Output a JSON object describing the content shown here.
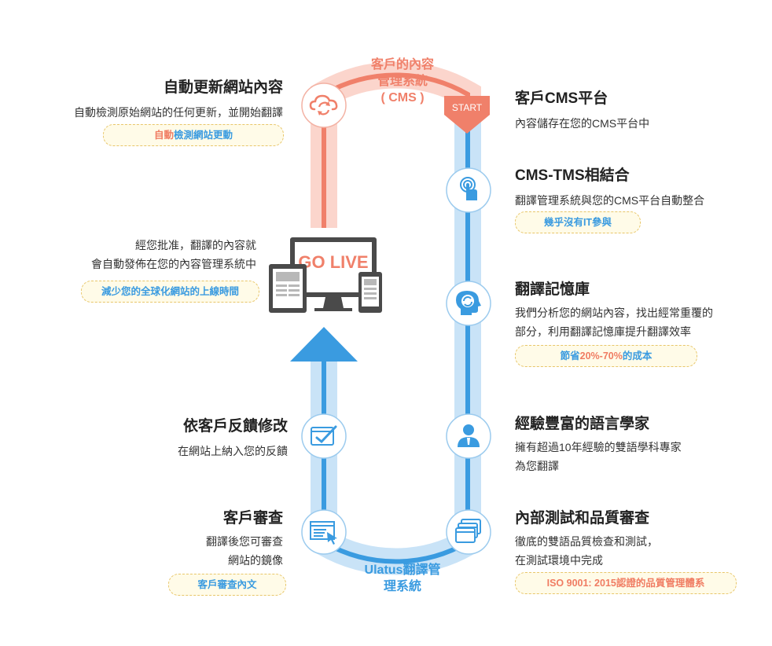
{
  "loop": {
    "top_label_line1": "客戶的內容",
    "top_label_line2": "管理系統",
    "top_label_line3": "( CMS )",
    "bottom_label_line1": "Ulatus翻譯管",
    "bottom_label_line2": "理系統",
    "start_label": "START",
    "colors": {
      "cms": "#f0806a",
      "cms_light": "#fbd5cc",
      "tms": "#3a9be0",
      "tms_light": "#c9e3f7"
    }
  },
  "go_live": {
    "text": "GO LIVE"
  },
  "steps_right": [
    {
      "title": "客戶CMS平台",
      "desc": [
        "內容儲存在您的CMS平台中"
      ]
    },
    {
      "title": "CMS-TMS相結合",
      "desc": [
        "翻譯管理系統與您的CMS平台自動整合"
      ],
      "pill": "幾乎沒有IT參與"
    },
    {
      "title": "翻譯記憶庫",
      "desc": [
        "我們分析您的網站內容，找出經常重覆的",
        "部分，利用翻譯記憶庫提升翻譯效率"
      ],
      "pill_pre": "節省",
      "pill_hi": "20%-70%",
      "pill_post": "的成本"
    },
    {
      "title": "經驗豐富的語言學家",
      "desc": [
        "擁有超過10年經驗的雙語學科專家",
        "為您翻譯"
      ]
    },
    {
      "title": "內部測試和品質審查",
      "desc": [
        "徹底的雙語品質檢查和測試，",
        "在測試環境中完成"
      ],
      "pill": "ISO 9001: 2015認證的品質管理體系"
    }
  ],
  "steps_left": [
    {
      "title": "自動更新網站內容",
      "desc": [
        "自動檢測原始網站的任何更新，並開始翻譯"
      ],
      "pill_pre": "自動",
      "pill_post": "檢測網站更動"
    },
    {
      "desc": [
        "經您批准，翻譯的內容就",
        "會自動發佈在您的內容管理系統中"
      ],
      "pill": "減少您的全球化網站的上線時間"
    },
    {
      "title": "依客戶反饋修改",
      "desc": [
        "在網站上納入您的反饋"
      ]
    },
    {
      "title": "客戶審查",
      "desc": [
        "翻譯後您可審查",
        "網站的鏡像"
      ],
      "pill": "客戶審查內文"
    }
  ]
}
